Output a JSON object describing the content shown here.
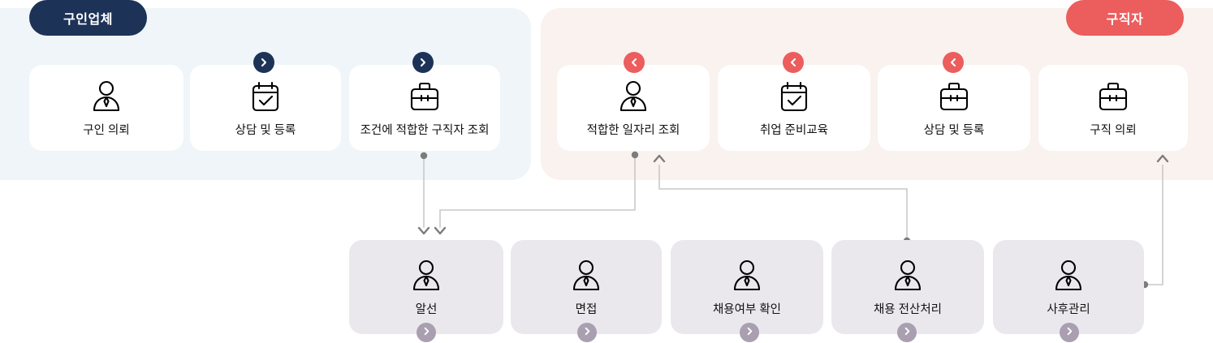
{
  "colors": {
    "employer_panel_bg": "#eff5f8",
    "seeker_panel_bg": "#f9f2ef",
    "employer_accent": "#1d3257",
    "seeker_accent": "#ec5d5d",
    "shared_card_bg": "#eae8ed",
    "shared_badge_bg": "#a99fb1",
    "connector_line": "#c9c9c9",
    "connector_dot": "#7c7c7c",
    "card_bg": "#ffffff",
    "label_text": "#111111"
  },
  "employer": {
    "pill_label": "구인업체",
    "steps": [
      {
        "label": "구인 의뢰",
        "icon": "person-icon",
        "badge": null
      },
      {
        "label": "상담 및 등록",
        "icon": "calendar-check-icon",
        "badge": "chevron-right-icon"
      },
      {
        "label": "조건에 적합한 구직자 조회",
        "icon": "briefcase-icon",
        "badge": "chevron-right-icon"
      }
    ]
  },
  "seeker": {
    "pill_label": "구직자",
    "steps": [
      {
        "label": "적합한 일자리 조회",
        "icon": "person-icon",
        "badge": "chevron-left-icon"
      },
      {
        "label": "취업 준비교육",
        "icon": "calendar-check-icon",
        "badge": "chevron-left-icon"
      },
      {
        "label": "상담 및 등록",
        "icon": "briefcase-icon",
        "badge": "chevron-left-icon"
      },
      {
        "label": "구직 의뢰",
        "icon": "briefcase-icon",
        "badge": null
      }
    ]
  },
  "shared": {
    "steps": [
      {
        "label": "알선",
        "icon": "person-icon",
        "badge": "chevron-right-icon"
      },
      {
        "label": "면접",
        "icon": "person-icon",
        "badge": "chevron-right-icon"
      },
      {
        "label": "채용여부 확인",
        "icon": "person-icon",
        "badge": "chevron-right-icon"
      },
      {
        "label": "채용 전산처리",
        "icon": "person-icon",
        "badge": "chevron-right-icon"
      },
      {
        "label": "사후관리",
        "icon": "person-icon",
        "badge": "chevron-right-icon"
      }
    ]
  },
  "connectors": [
    {
      "name": "employer-screening-to-matching",
      "from": "조건에 적합한 구직자 조회",
      "to": "알선",
      "direction": "down"
    },
    {
      "name": "seeker-joblookup-to-matching",
      "from": "적합한 일자리 조회",
      "to": "알선",
      "direction": "down"
    },
    {
      "name": "hiring-record-to-seeker",
      "from": "채용 전산처리",
      "to": "적합한 일자리 조회",
      "direction": "up"
    },
    {
      "name": "followup-to-jobrequest",
      "from": "사후관리",
      "to": "구직 의뢰",
      "direction": "up"
    }
  ]
}
